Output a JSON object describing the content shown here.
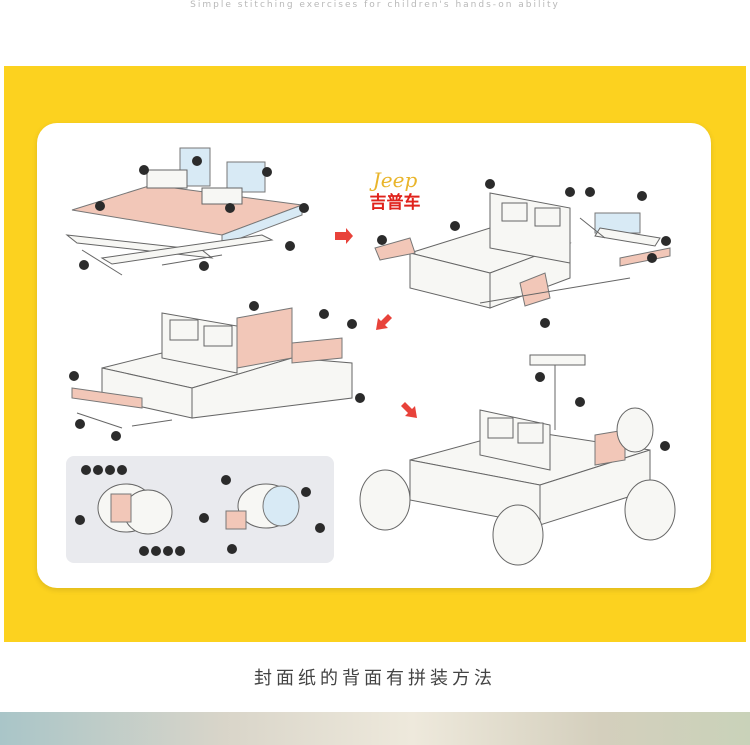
{
  "header": {
    "tagline": "Simple stitching exercises for children's hands-on ability"
  },
  "card": {
    "brand_en": "Jeep",
    "brand_cn": "吉普车"
  },
  "caption": "封面纸的背面有拼装方法",
  "colors": {
    "background": "#fcd21f",
    "card": "#ffffff",
    "arrow": "#e8423a",
    "brand_en": "#e9b52b",
    "brand_cn": "#e0231c"
  }
}
